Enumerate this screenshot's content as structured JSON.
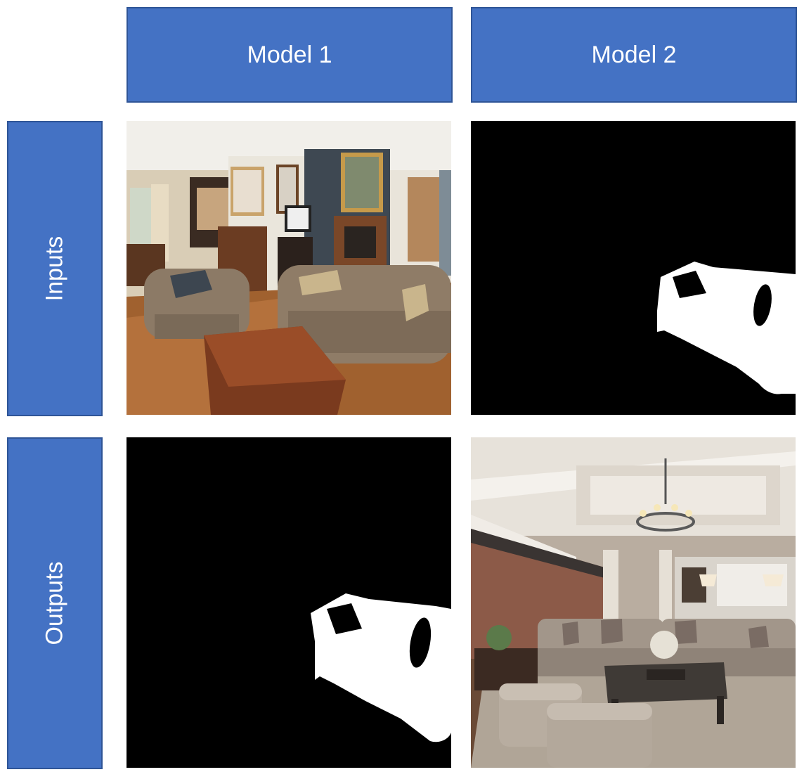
{
  "columns": [
    "Model 1",
    "Model 2"
  ],
  "rows": [
    "Inputs",
    "Outputs"
  ],
  "colors": {
    "header_fill": "#4472c4",
    "header_border": "#2f5597",
    "text": "#ffffff"
  },
  "panels": {
    "input_model1": "photo-living-room-sofa",
    "input_model2": "segmentation-mask-sofa",
    "output_model1": "segmentation-mask-sofa",
    "output_model2": "photo-living-room-generated"
  }
}
